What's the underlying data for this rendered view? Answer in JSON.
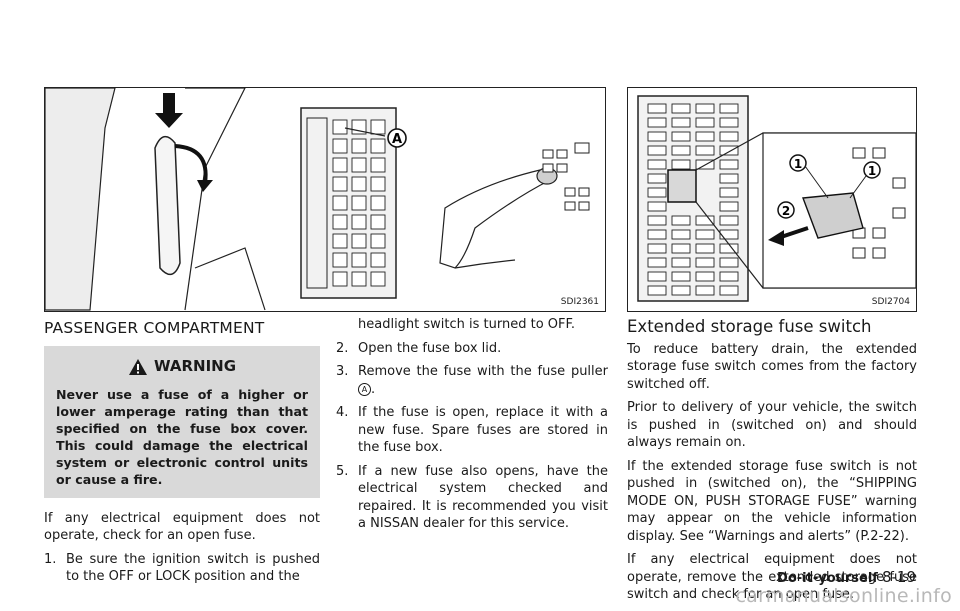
{
  "figures": {
    "fig1_code": "SDI2361",
    "fig1_callout": "A",
    "fig2_code": "SDI2704",
    "fig2_callout_1": "1",
    "fig2_callout_2": "2"
  },
  "column1": {
    "heading": "PASSENGER COMPARTMENT",
    "warning_title": "WARNING",
    "warning_text": "Never use a fuse of a higher or lower amperage rating than that specified on the fuse box cover. This could damage the electrical system or electronic control units or cause a fire.",
    "intro": "If any electrical equipment does not operate, check for an open fuse.",
    "step1_num": "1.",
    "step1_text": "Be sure the ignition switch is pushed to the OFF or LOCK position and the"
  },
  "column2": {
    "step1_cont": "headlight switch is turned to OFF.",
    "steps": [
      {
        "num": "2.",
        "text": "Open the fuse box lid."
      },
      {
        "num": "3.",
        "text": "Remove the fuse with the fuse puller",
        "callout": "A",
        "after": "."
      },
      {
        "num": "4.",
        "text": "If the fuse is open, replace it with a new fuse. Spare fuses are stored in the fuse box."
      },
      {
        "num": "5.",
        "text": "If a new fuse also opens, have the electrical system checked and repaired. It is recommended you visit a NISSAN dealer for this service."
      }
    ]
  },
  "column3": {
    "heading": "Extended storage fuse switch",
    "p1": "To reduce battery drain, the extended storage fuse switch comes from the factory switched off.",
    "p2": "Prior to delivery of your vehicle, the switch is pushed in (switched on) and should always remain on.",
    "p3": "If the extended storage fuse switch is not pushed in (switched on), the “SHIPPING MODE ON, PUSH STORAGE FUSE” warning may appear on the vehicle information display. See “Warnings and alerts” (P.2-22).",
    "p4": "If any electrical equipment does not operate, remove the extended storage fuse switch and check for an open fuse."
  },
  "footer": {
    "section": "Do-it-yourself",
    "page": "8-19"
  },
  "watermark": "carmanualsonline.info"
}
